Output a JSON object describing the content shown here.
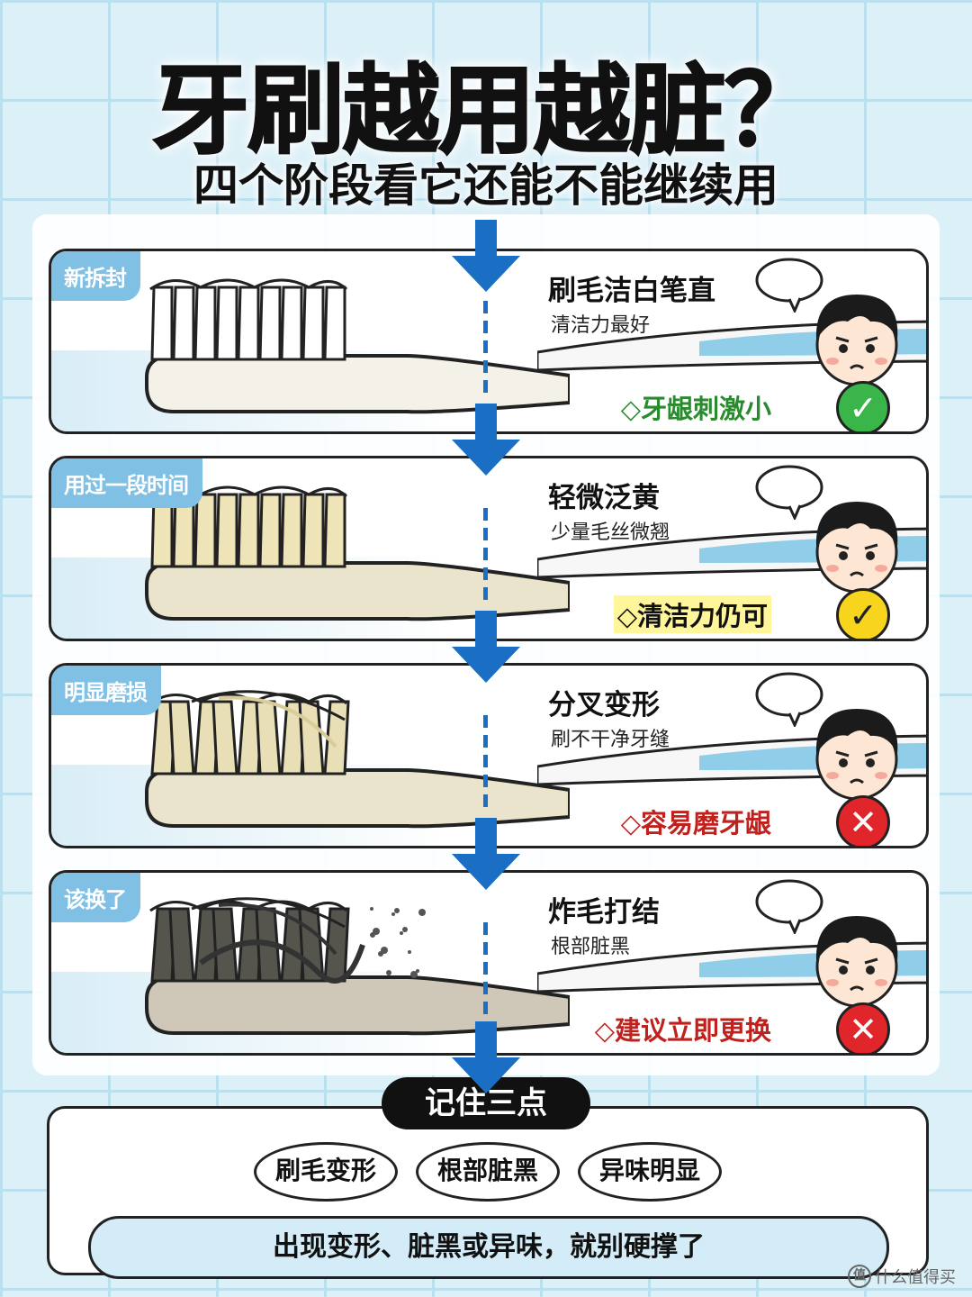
{
  "title": "牙刷越用越脏？",
  "subtitle": "四个阶段看它还能不能继续用",
  "stages": [
    {
      "tag": "新拆封",
      "heading": "刷毛洁白笔直",
      "desc": "清洁力最好",
      "verdict": "◇牙龈刺激小",
      "badge_icon": "check-icon",
      "badge_color": "#39b54a",
      "bristle_color": "#ffffff"
    },
    {
      "tag": "用过一段时间",
      "heading": "轻微泛黄",
      "desc": "少量毛丝微翘",
      "verdict": "◇清洁力仍可",
      "badge_icon": "check-icon",
      "badge_color": "#f7d51d",
      "bristle_color": "#efe3b8"
    },
    {
      "tag": "明显磨损",
      "heading": "分叉变形",
      "desc": "刷不干净牙缝",
      "verdict": "◇容易磨牙龈",
      "badge_icon": "cross-icon",
      "badge_color": "#e0262a",
      "bristle_color": "#e9dfb6"
    },
    {
      "tag": "该换了",
      "heading": "炸毛打结",
      "desc": "根部脏黑",
      "verdict": "◇建议立即更换",
      "badge_icon": "cross-icon",
      "badge_color": "#e0262a",
      "bristle_color": "#55554e"
    }
  ],
  "remember": {
    "label": "记住三点",
    "points": [
      "刷毛变形",
      "根部脏黑",
      "异味明显"
    ],
    "conclusion": "出现变形、脏黑或异味，就别硬撑了"
  },
  "watermark": {
    "logo": "值",
    "text": "什么值得买"
  },
  "colors": {
    "arrow": "#1a6fc4",
    "tag": "#7fc0e4",
    "panel_bg": "#dcf0f8"
  }
}
